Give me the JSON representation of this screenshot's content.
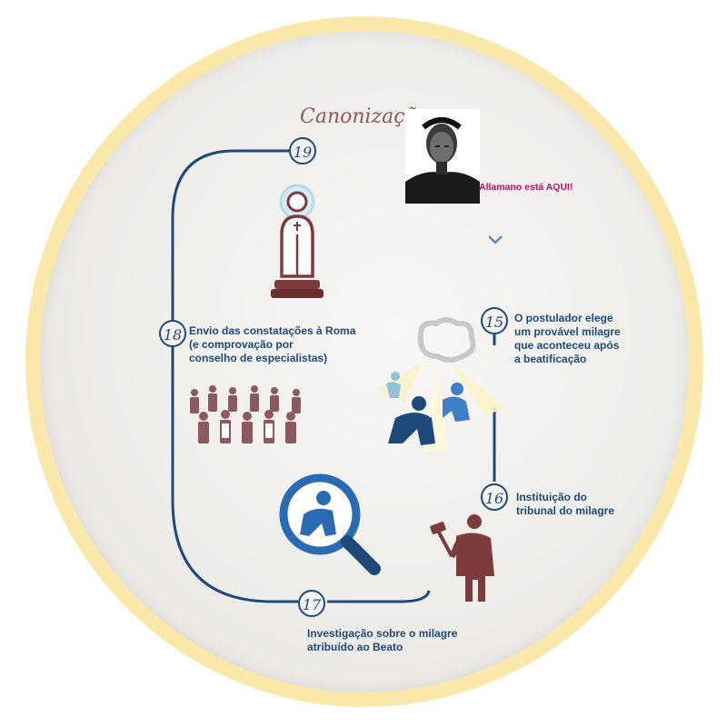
{
  "title": "Canonização",
  "callout": "Allamano está AQUI!",
  "steps": [
    {
      "number": "19",
      "lines": []
    },
    {
      "number": "15",
      "lines": [
        "O postulador elege",
        "um provável milagre",
        "que aconteceu após",
        "a beatificação"
      ]
    },
    {
      "number": "16",
      "lines": [
        "Instituição do",
        "tribunal do milagre"
      ]
    },
    {
      "number": "17",
      "lines": [
        "Investigação sobre o milagre",
        "atribuído ao Beato"
      ]
    },
    {
      "number": "18",
      "lines": [
        "Envio das constatações à Roma",
        "(e comprovação por",
        "conselho de especialistas)"
      ]
    }
  ],
  "colors": {
    "path": "#1d4a78",
    "figure": "#7d3c3c",
    "accent_blue": "#2b6bb5",
    "callout": "#b0145f"
  },
  "icons": [
    "portrait-photo",
    "saint-statue-icon",
    "praying-people-icon",
    "experts-group-icon",
    "magnifier-icon",
    "judge-gavel-icon",
    "chevron-down-icon"
  ]
}
